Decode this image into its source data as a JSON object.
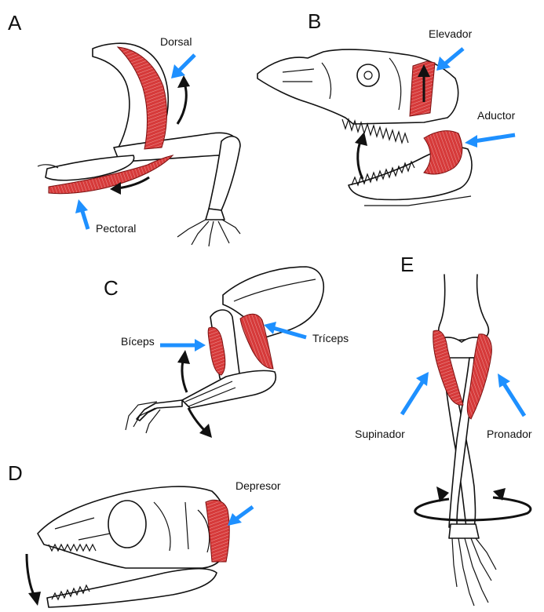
{
  "panels": {
    "A": {
      "letter": "A",
      "labels": {
        "dorsal": "Dorsal",
        "pectoral": "Pectoral"
      }
    },
    "B": {
      "letter": "B",
      "labels": {
        "elevador": "Elevador",
        "aductor": "Aductor"
      }
    },
    "C": {
      "letter": "C",
      "labels": {
        "biceps": "Bíceps",
        "triceps": "Tríceps"
      }
    },
    "D": {
      "letter": "D",
      "labels": {
        "depresor": "Depresor"
      }
    },
    "E": {
      "letter": "E",
      "labels": {
        "supinador": "Supinador",
        "pronador": "Pronador"
      }
    }
  },
  "colors": {
    "muscle": "#d63a3a",
    "arrow_blue": "#1e90ff",
    "arrow_black": "#111111",
    "outline": "#111111"
  }
}
